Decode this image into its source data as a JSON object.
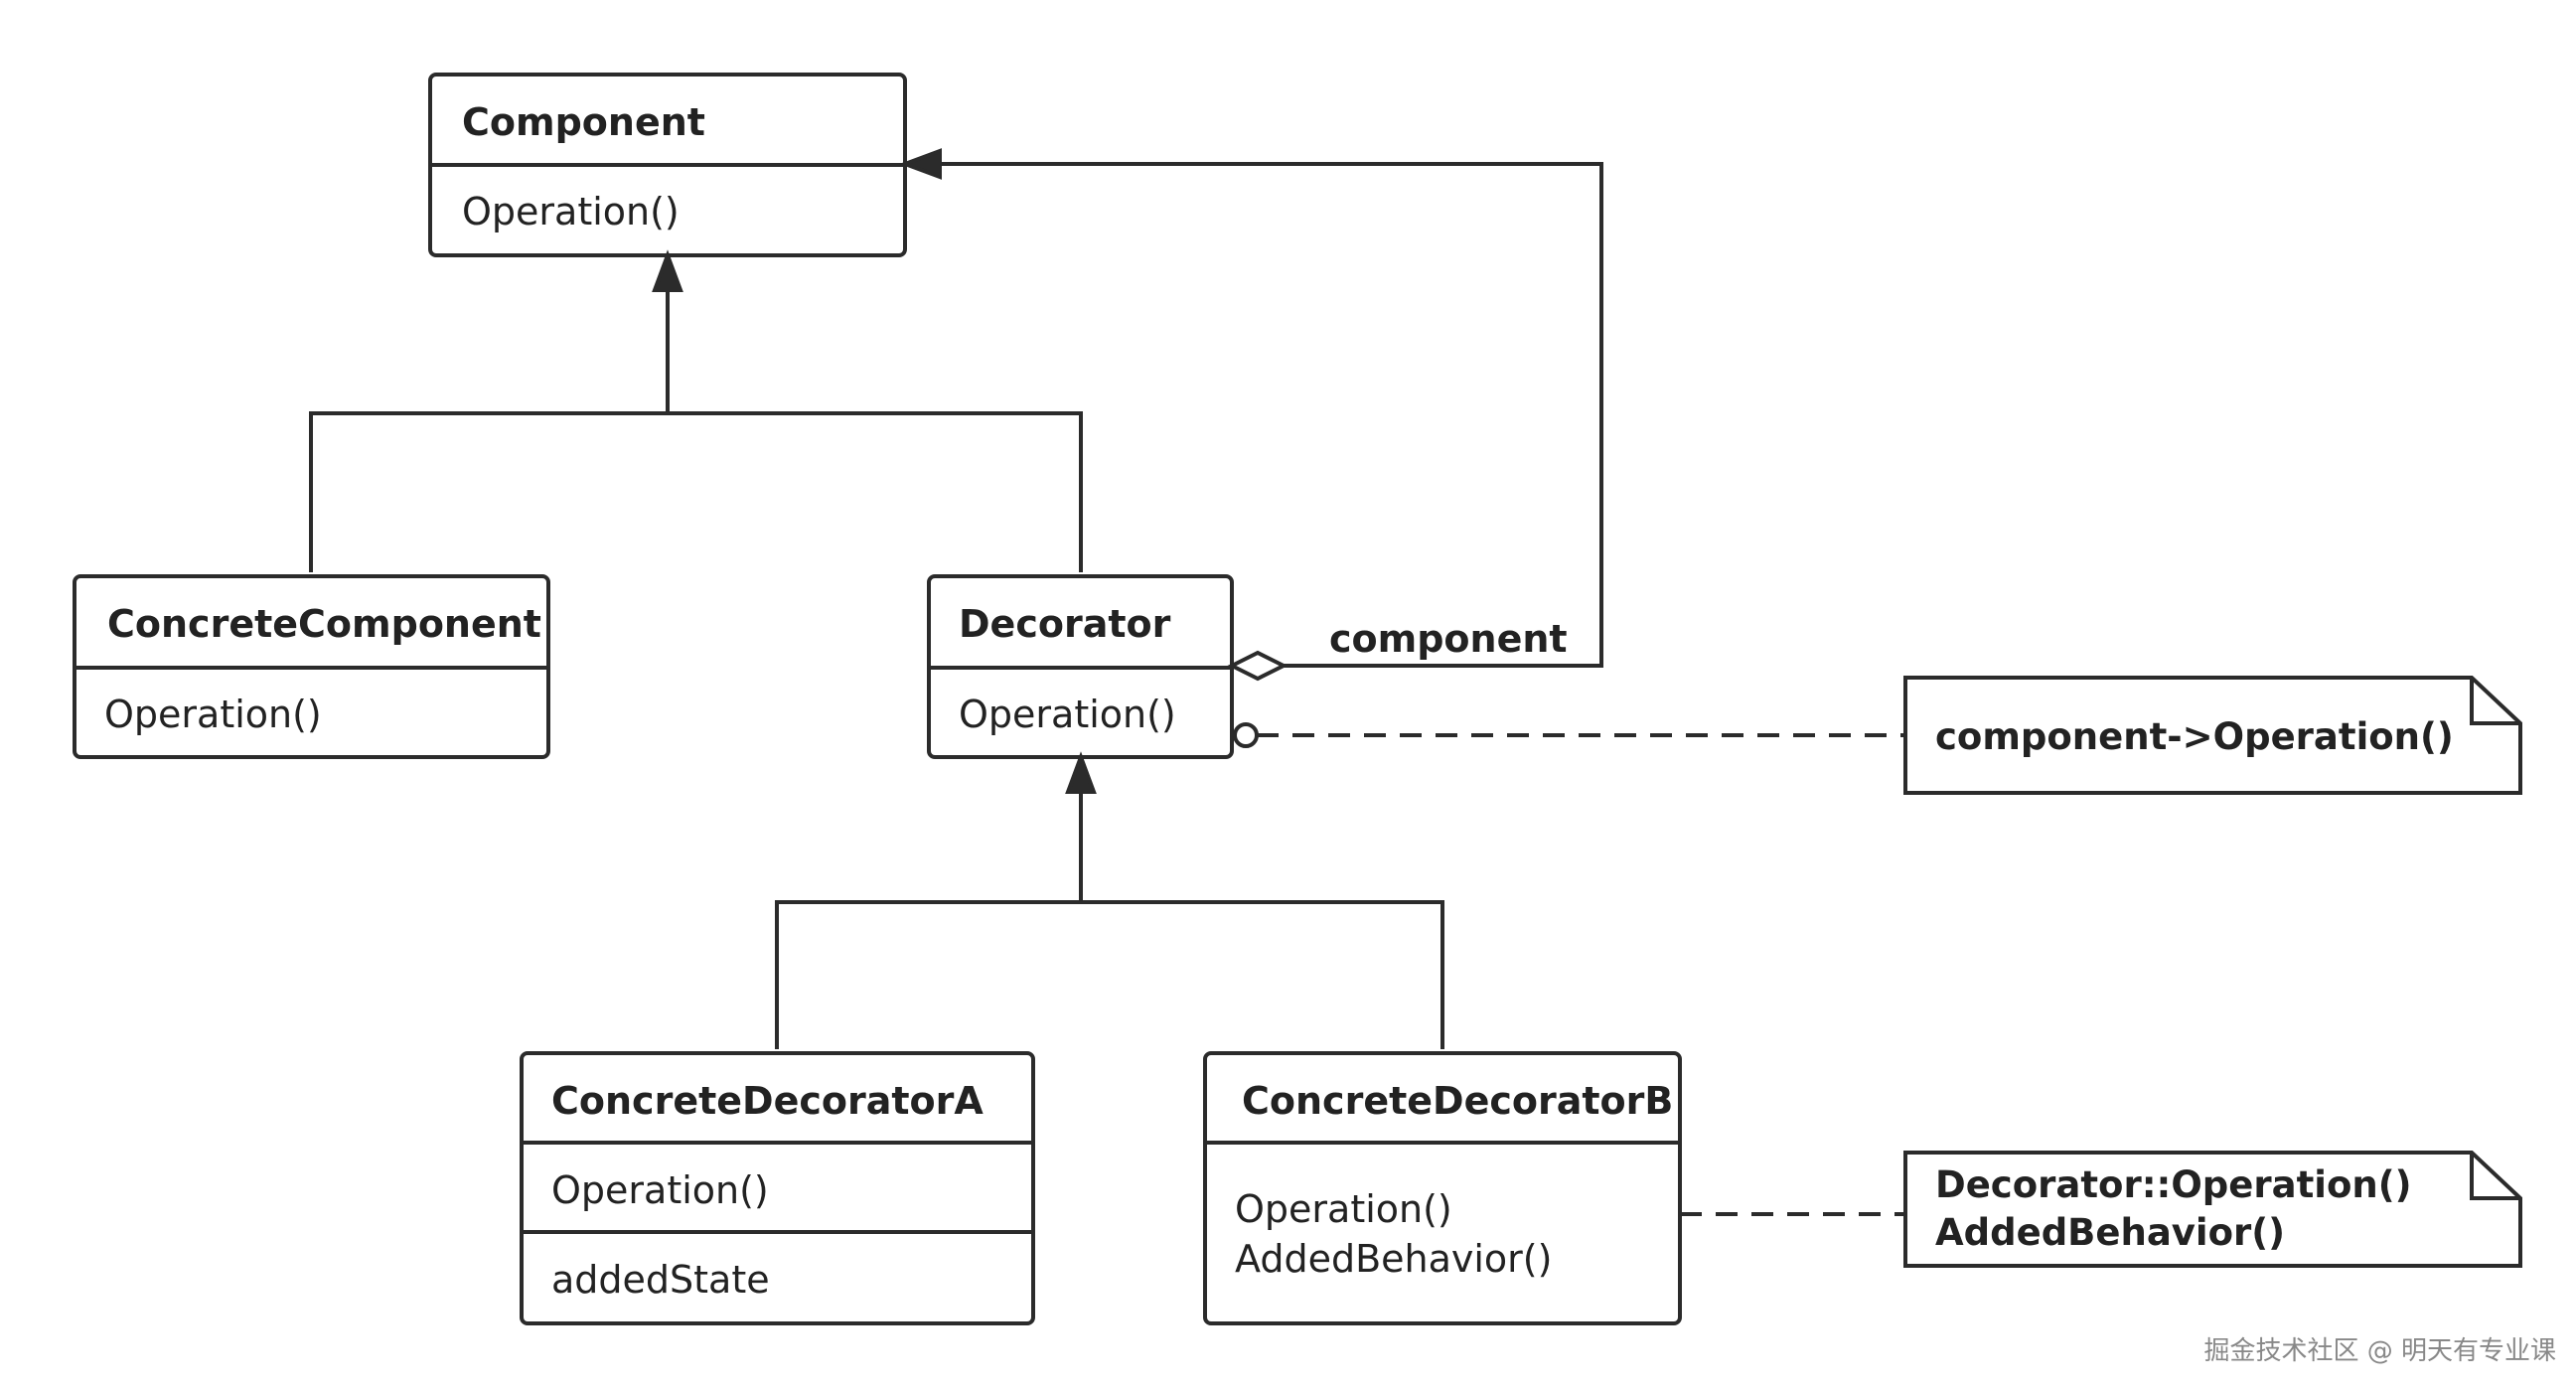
{
  "classes": {
    "component": {
      "name": "Component",
      "methods": "Operation()"
    },
    "concrete_component": {
      "name": "ConcreteComponent",
      "methods": "Operation()"
    },
    "decorator": {
      "name": "Decorator",
      "methods": "Operation()"
    },
    "concrete_decorator_a": {
      "name": "ConcreteDecoratorA",
      "methods": "Operation()",
      "attributes": "addedState"
    },
    "concrete_decorator_b": {
      "name": "ConcreteDecoratorB",
      "methods_1": "Operation()",
      "methods_2": "AddedBehavior()"
    }
  },
  "edges": {
    "aggregation_label": "component"
  },
  "notes": {
    "decorator_note": "component->Operation()",
    "decorator_b_note_1": "Decorator::Operation()",
    "decorator_b_note_2": "AddedBehavior()"
  },
  "watermark": "掘金技术社区 @ 明天有专业课",
  "colors": {
    "stroke": "#2b2b2b",
    "background": "#ffffff"
  }
}
